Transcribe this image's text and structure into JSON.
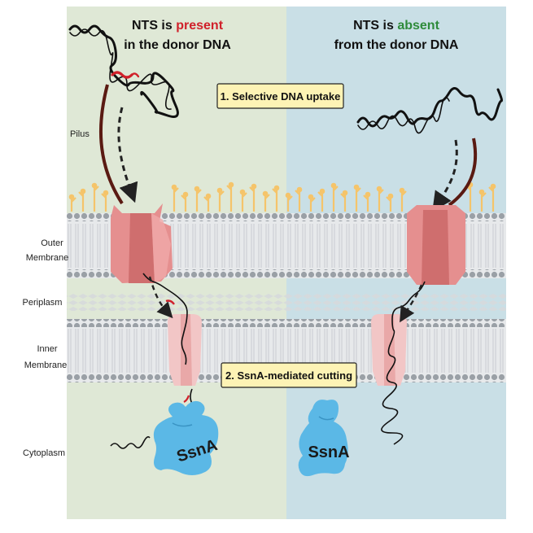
{
  "left_panel": {
    "title_prefix": "NTS is ",
    "title_keyword": "present",
    "title_line2": "in the donor DNA",
    "keyword_color": "#d0202a"
  },
  "right_panel": {
    "title_prefix": "NTS is ",
    "title_keyword": "absent",
    "title_line2": "from the donor DNA",
    "keyword_color": "#2e8b3a"
  },
  "labels": {
    "pilus": "Pilus",
    "outer_membrane_1": "Outer",
    "outer_membrane_2": "Membrane",
    "periplasm": "Periplasm",
    "inner_membrane_1": "Inner",
    "inner_membrane_2": "Membrane",
    "cytoplasm": "Cytoplasm"
  },
  "steps": {
    "step1": "1. Selective DNA uptake",
    "step2": "2. SsnA-mediated cutting"
  },
  "enzyme": {
    "left_label": "SsnA",
    "right_label": "SsnA",
    "color": "#5bb8e6"
  },
  "colors": {
    "left_bg": "#dfe8d6",
    "right_bg": "#c9dfe6",
    "membrane_head": "#9aa0a6",
    "lps": "#f5c46a",
    "channel": "#e58f8f",
    "nts_segment": "#d0202a",
    "pilus": "#5a1a12"
  }
}
